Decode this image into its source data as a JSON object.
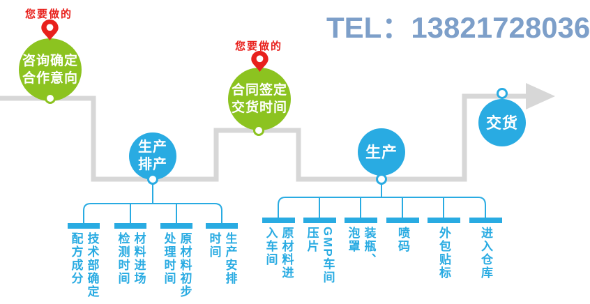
{
  "header": {
    "tel": "TEL：13821728036"
  },
  "palette": {
    "green": "#8cc320",
    "blue": "#29abe2",
    "gray_path": "#d7d7d7",
    "red": "#e8201c",
    "tel_blue": "#7d9fc9"
  },
  "pins": [
    {
      "label": "您要做的"
    },
    {
      "label": "您要做的"
    }
  ],
  "nodes": {
    "consult": {
      "lines": [
        "咨询确定",
        "合作意向"
      ]
    },
    "contract": {
      "lines": [
        "合同签定",
        "交货时间"
      ]
    },
    "scheduling": {
      "lines": [
        "生产",
        "排产"
      ]
    },
    "production": {
      "lines": [
        "生产"
      ]
    },
    "delivery": {
      "lines": [
        "交货"
      ]
    }
  },
  "left_tree": {
    "items": [
      {
        "cols": [
          "技术部确定",
          "配方成分"
        ]
      },
      {
        "cols": [
          "材料进场",
          "检测时间"
        ]
      },
      {
        "cols": [
          "原材料初步",
          "处理时间"
        ]
      },
      {
        "cols": [
          "生产安排",
          "时间"
        ]
      }
    ]
  },
  "right_tree": {
    "items": [
      {
        "cols": [
          "原材料进",
          "入车间"
        ]
      },
      {
        "cols": [
          "GMP车间",
          "压片"
        ]
      },
      {
        "cols": [
          "装瓶、",
          "泡罩"
        ]
      },
      {
        "cols": [
          "喷码"
        ]
      },
      {
        "cols": [
          "外包贴标"
        ]
      },
      {
        "cols": [
          "进入仓库"
        ]
      }
    ]
  }
}
